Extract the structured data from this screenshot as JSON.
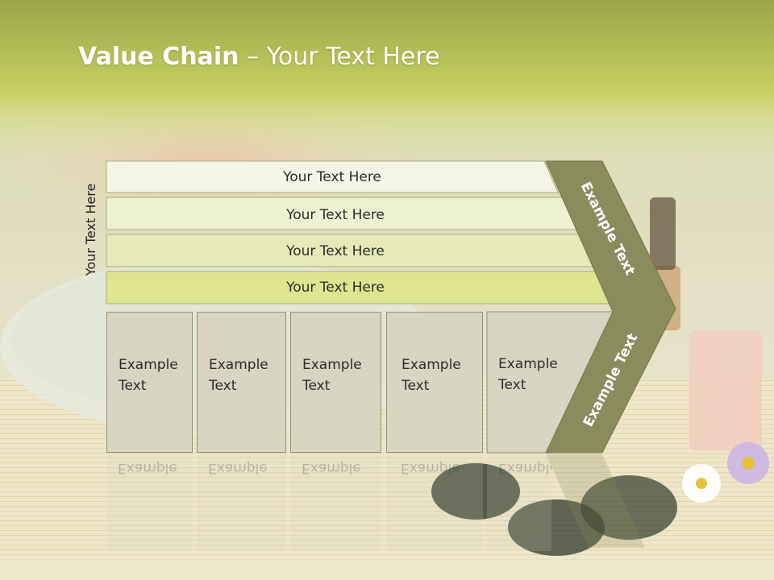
{
  "title": {
    "bold": "Value Chain",
    "rest": " – Your Text Here"
  },
  "side_label": "Your Text Here",
  "rows": [
    {
      "label": "Your Text Here"
    },
    {
      "label": "Your Text Here"
    },
    {
      "label": "Your Text Here"
    },
    {
      "label": "Your Text Here"
    }
  ],
  "boxes": [
    {
      "line1": "Example",
      "line2": "Text"
    },
    {
      "line1": "Example",
      "line2": "Text"
    },
    {
      "line1": "Example",
      "line2": "Text"
    },
    {
      "line1": "Example",
      "line2": "Text"
    },
    {
      "line1": "Example",
      "line2": "Text"
    }
  ],
  "chevron_top": "Example Text",
  "chevron_bottom": "Example Text",
  "colors": {
    "title_band": "#b9c25a",
    "chevron": "#8a8c5e",
    "row_top": "#f4f5e6",
    "row_bottom": "#dfe48f"
  }
}
